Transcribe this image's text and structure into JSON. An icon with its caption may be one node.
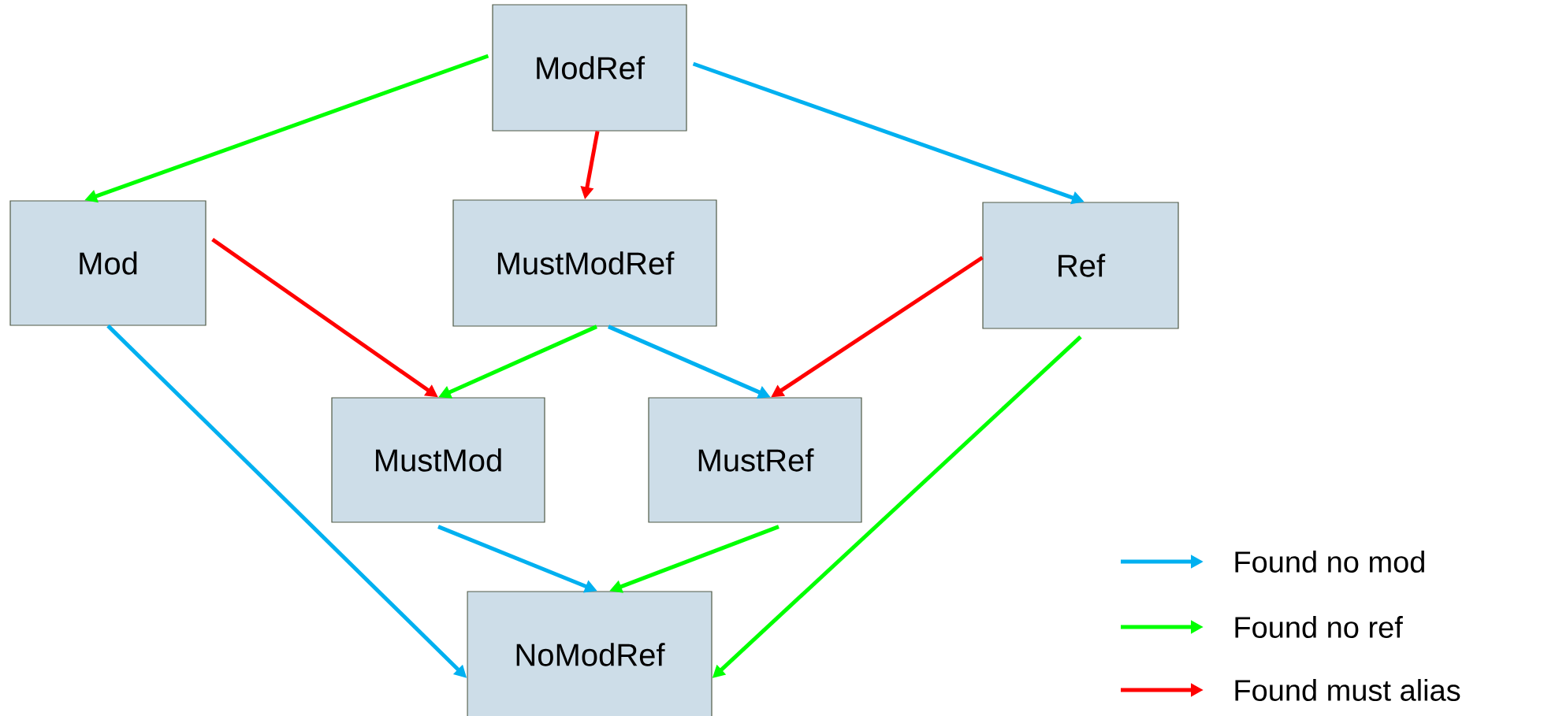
{
  "diagram": {
    "nodes": [
      {
        "text": [
          "ModRef"
        ]
      },
      {
        "text": [
          "Mod"
        ]
      },
      {
        "text": [
          "MustModRef"
        ]
      },
      {
        "text": [
          "Ref"
        ]
      },
      {
        "text": [
          "MustMod"
        ]
      },
      {
        "text": [
          "MustRef"
        ]
      },
      {
        "text": [
          "NoModRef"
        ]
      }
    ],
    "edges": [
      {
        "from": 0,
        "to": 1,
        "arrow": "to",
        "color": "#00ff00"
      },
      {
        "from": 0,
        "to": 2,
        "arrow": "to",
        "color": "#ff0000"
      },
      {
        "from": 0,
        "to": 3,
        "arrow": "to",
        "color": "#00b0f0"
      },
      {
        "from": 1,
        "to": 4,
        "arrow": "to",
        "color": "#ff0000"
      },
      {
        "from": 1,
        "to": 6,
        "arrow": "to",
        "color": "#00b0f0"
      },
      {
        "from": 2,
        "to": 4,
        "arrow": "to",
        "color": "#00ff00"
      },
      {
        "from": 2,
        "to": 5,
        "arrow": "to",
        "color": "#00b0f0"
      },
      {
        "from": 3,
        "to": 5,
        "arrow": "to",
        "color": "#ff0000"
      },
      {
        "from": 3,
        "to": 6,
        "arrow": "to",
        "color": "#00ff00"
      },
      {
        "from": 4,
        "to": 6,
        "arrow": "to",
        "color": "#00b0f0"
      },
      {
        "from": 5,
        "to": 6,
        "arrow": "to",
        "color": "#00ff00"
      }
    ],
    "legend": [
      {
        "text": "Found no mod",
        "color": "#00b0f0"
      },
      {
        "text": "Found no ref",
        "color": "#00ff00"
      },
      {
        "text": "Found must alias",
        "color": "#ff0000"
      }
    ]
  }
}
